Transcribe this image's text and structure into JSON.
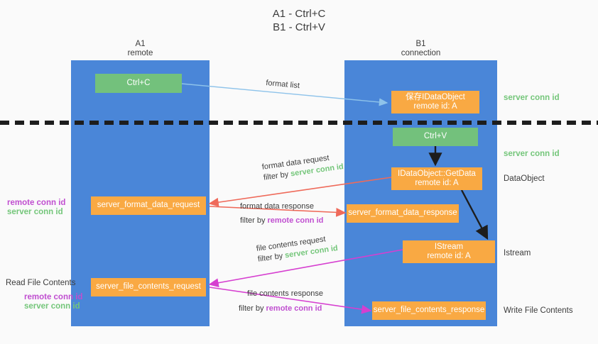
{
  "title": {
    "line1": "A1 - Ctrl+C",
    "line2": "B1 - Ctrl+V"
  },
  "columns": [
    {
      "id": "a1",
      "name": "A1",
      "role": "remote"
    },
    {
      "id": "b1",
      "name": "B1",
      "role": "connection"
    }
  ],
  "colors": {
    "column_band": "#4a86d8",
    "node_orange": "#f9a943",
    "node_green": "#73c17c",
    "server_conn_id": "#74c67a",
    "remote_conn_id": "#c04fd0",
    "text_dark": "#3c3c3c",
    "arrow_blue": "#8ec3ea",
    "arrow_red": "#ef6a5a",
    "arrow_magenta": "#d63fd0",
    "arrow_black": "#1d1d1d",
    "background": "#fafafa"
  },
  "nodes": {
    "ctrl_c": {
      "label": "Ctrl+C"
    },
    "ctrl_v": {
      "label": "Ctrl+V"
    },
    "save_idataobject": {
      "line1": "保存IDataObject",
      "line2": "remote id: A"
    },
    "idataobject_getdata": {
      "line1": "IDataObject::GetData",
      "line2": "remote id: A"
    },
    "istream": {
      "line1": "IStream",
      "line2": "remote id: A"
    },
    "server_format_data_request": {
      "label": "server_format_data_request"
    },
    "server_format_data_response": {
      "label": "server_format_data_response"
    },
    "server_file_contents_request": {
      "label": "server_file_contents_request"
    },
    "server_file_contents_response": {
      "label": "server_file_contents_response"
    }
  },
  "edges": {
    "format_list": {
      "label": "format list"
    },
    "format_data_request": {
      "line1": "format data request",
      "filter_prefix": "filter by ",
      "filter_value": "server conn id"
    },
    "format_data_response": {
      "line1": "format data response",
      "filter_prefix": "filter by ",
      "filter_value": "remote conn id"
    },
    "file_contents_request": {
      "line1": "file contents request",
      "filter_prefix": "filter by ",
      "filter_value": "server conn id"
    },
    "file_contents_response": {
      "line1": "file contents response",
      "filter_prefix": "filter by ",
      "filter_value": "remote conn id"
    }
  },
  "side_labels": {
    "right_server_conn_id_top": "server conn id",
    "right_server_conn_id_mid": "server conn id",
    "right_dataobject": "DataObject",
    "right_istream": "Istream",
    "right_write_file_contents": "Write File Contents",
    "left_remote_conn_id_mid": "remote conn id",
    "left_server_conn_id_mid": "server conn id",
    "left_read_file_contents": "Read File Contents",
    "left_remote_conn_id_bot": "remote conn id",
    "left_server_conn_id_bot": "server conn id"
  }
}
